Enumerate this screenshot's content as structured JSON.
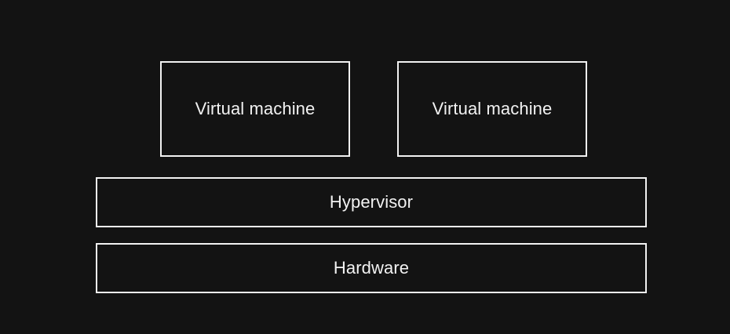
{
  "layers": {
    "virtual_machines": [
      {
        "label": "Virtual machine"
      },
      {
        "label": "Virtual machine"
      }
    ],
    "hypervisor": {
      "label": "Hypervisor"
    },
    "hardware": {
      "label": "Hardware"
    }
  },
  "colors": {
    "background": "#131313",
    "stroke": "#f2f2f2",
    "text": "#f2f2f2"
  }
}
